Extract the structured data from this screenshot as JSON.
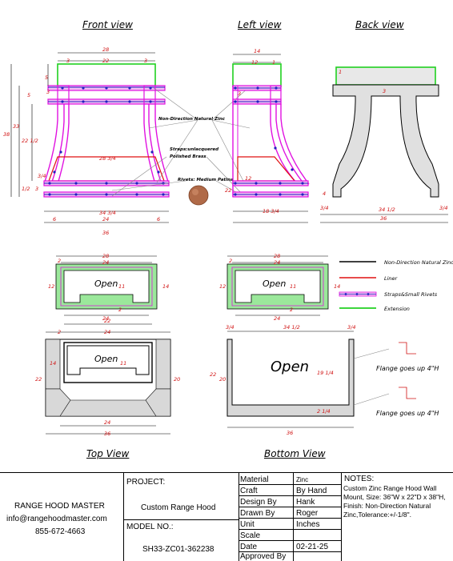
{
  "views": {
    "front": "Front view",
    "left": "Left view",
    "back": "Back view",
    "top": "Top View",
    "bottom": "Bottom View"
  },
  "colors": {
    "zinc": "#e010e0",
    "liner": "#e01010",
    "straps": "#2020c0",
    "extension": "#20d020",
    "rivet": "#a0522d",
    "dimension": "#d01010"
  },
  "callouts": {
    "zinc": "Non-Direction Natural Zinc",
    "straps_line1": "Straps:unlacquered",
    "straps_line2": "Polished Brass",
    "rivets": "Rivets: Medium Patina"
  },
  "legend": {
    "zinc": "Non-Direction Natural Zinc",
    "liner": "Liner",
    "straps": "Straps&Small Rivets",
    "extension": "Extension"
  },
  "open_label": "Open",
  "flange_note": "Flange goes up 4\"H",
  "dims": {
    "front": {
      "top_w": "28",
      "top_l": "3",
      "top_m": "22",
      "top_r": "3",
      "h5a": "5",
      "h5b": "5",
      "h3": "3",
      "h38": "38",
      "h33": "33",
      "h22": "22 1/2",
      "h34": "3/4",
      "h12": "1/2",
      "h3b": "3",
      "w28_34": "28 3/4",
      "w34": "34 3/4",
      "b6l": "6",
      "b24": "24",
      "b6r": "6",
      "b36": "36"
    },
    "left": {
      "top": "14",
      "t12": "12",
      "t1": "1",
      "h3": "3",
      "h12": "12",
      "h22": "22",
      "b18": "18 3/4"
    },
    "back": {
      "h1": "1",
      "h3": "3",
      "h4": "4",
      "b34": "34 1/2",
      "b36": "36",
      "bl": "3/4",
      "br": "3/4"
    },
    "top1": {
      "w28": "28",
      "w24": "24",
      "w2": "2",
      "h12": "12",
      "h11": "11",
      "h14": "14",
      "b2": "2",
      "b24": "24"
    },
    "top2": {
      "w28": "28",
      "w24": "24",
      "w2": "2",
      "h12": "12",
      "h11": "11",
      "h14": "14",
      "b2": "2",
      "b24": "24"
    },
    "top3": {
      "w22": "22",
      "w24": "24",
      "w2": "2",
      "h14": "14",
      "h11": "11",
      "h22": "22",
      "h20": "20",
      "b24": "24",
      "b36": "36"
    },
    "bottom": {
      "tl": "3/4",
      "t34": "34 1/2",
      "tr": "3/4",
      "h22": "22",
      "h20": "20",
      "h19": "19 1/4",
      "h2": "2 1/4",
      "b36": "36"
    }
  },
  "title_block": {
    "company": "RANGE HOOD MASTER",
    "email": "info@rangehoodmaster.com",
    "phone": "855-672-4663",
    "project_label": "PROJECT:",
    "project_value": "Custom Range Hood",
    "model_label": "MODEL NO.:",
    "model_value": "SH33-ZC01-362238",
    "rows": [
      {
        "label": "Material",
        "value": "Zinc"
      },
      {
        "label": "Craft",
        "value": "By Hand"
      },
      {
        "label": "Design By",
        "value": "Hank"
      },
      {
        "label": "Drawn By",
        "value": "Roger"
      },
      {
        "label": "Unit",
        "value": "Inches"
      },
      {
        "label": "Scale",
        "value": ""
      },
      {
        "label": "Date",
        "value": "02-21-25"
      },
      {
        "label": "Approved By",
        "value": ""
      }
    ],
    "notes_label": "NOTES:",
    "notes_1": "Custom Zinc Range Hood Wall",
    "notes_2": "Mount, Size: 36\"W x 22\"D x 38\"H,",
    "notes_3": "Finish: Non-Direction Natural",
    "notes_4": "Zinc,Tolerance:+/-1/8\"."
  }
}
